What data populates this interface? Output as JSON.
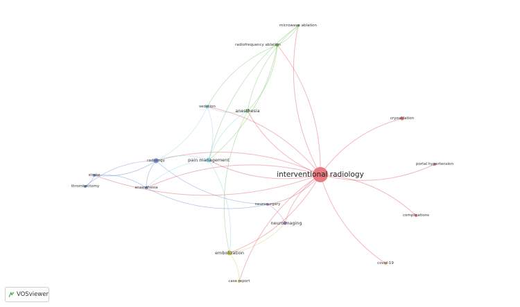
{
  "app": {
    "name": "VOSviewer"
  },
  "colors": {
    "red": "#e8747a",
    "green": "#7cc86c",
    "cyan": "#8fd6e6",
    "blue": "#6b8fd6",
    "purple": "#b08fd6",
    "olive": "#c9cf5a",
    "orange": "#f2a36b"
  },
  "nodes": [
    {
      "id": "ir",
      "label": "interventional radiology",
      "cluster": "red",
      "weight": 10
    },
    {
      "id": "cryo",
      "label": "cryoablation",
      "cluster": "red",
      "weight": 3
    },
    {
      "id": "portal",
      "label": "portal hypertension",
      "cluster": "red",
      "weight": 2
    },
    {
      "id": "comp",
      "label": "complications",
      "cluster": "red",
      "weight": 2
    },
    {
      "id": "covid",
      "label": "covid-19",
      "cluster": "orange",
      "weight": 2
    },
    {
      "id": "micro",
      "label": "microwave ablation",
      "cluster": "green",
      "weight": 2
    },
    {
      "id": "rfa",
      "label": "radiofrequency ablation",
      "cluster": "green",
      "weight": 3
    },
    {
      "id": "anest",
      "label": "anesthesia",
      "cluster": "green",
      "weight": 3
    },
    {
      "id": "sed",
      "label": "sedation",
      "cluster": "cyan",
      "weight": 3
    },
    {
      "id": "pain",
      "label": "pain management",
      "cluster": "cyan",
      "weight": 4
    },
    {
      "id": "rad",
      "label": "radiology",
      "cluster": "blue",
      "weight": 4
    },
    {
      "id": "stroke",
      "label": "stroke",
      "cluster": "blue",
      "weight": 2
    },
    {
      "id": "thromb",
      "label": "thrombectomy",
      "cluster": "blue",
      "weight": 2
    },
    {
      "id": "anaes",
      "label": "anaesthesia",
      "cluster": "blue",
      "weight": 2
    },
    {
      "id": "neuro",
      "label": "neurosurgery",
      "cluster": "purple",
      "weight": 2
    },
    {
      "id": "neuroimg",
      "label": "neuroimaging",
      "cluster": "purple",
      "weight": 3
    },
    {
      "id": "emb",
      "label": "embolization",
      "cluster": "olive",
      "weight": 4
    },
    {
      "id": "case",
      "label": "case report",
      "cluster": "olive",
      "weight": 2
    }
  ],
  "links": [
    [
      "ir",
      "cryo"
    ],
    [
      "ir",
      "portal"
    ],
    [
      "ir",
      "comp"
    ],
    [
      "ir",
      "covid"
    ],
    [
      "ir",
      "micro"
    ],
    [
      "ir",
      "rfa"
    ],
    [
      "ir",
      "anest"
    ],
    [
      "ir",
      "sed"
    ],
    [
      "ir",
      "pain"
    ],
    [
      "ir",
      "rad"
    ],
    [
      "ir",
      "stroke"
    ],
    [
      "ir",
      "anaes"
    ],
    [
      "ir",
      "neuro"
    ],
    [
      "ir",
      "neuroimg"
    ],
    [
      "ir",
      "emb"
    ],
    [
      "ir",
      "case"
    ],
    [
      "micro",
      "rfa"
    ],
    [
      "micro",
      "anest"
    ],
    [
      "rfa",
      "anest"
    ],
    [
      "rfa",
      "sed"
    ],
    [
      "rfa",
      "pain"
    ],
    [
      "micro",
      "pain"
    ],
    [
      "sed",
      "pain"
    ],
    [
      "sed",
      "anest"
    ],
    [
      "sed",
      "rad"
    ],
    [
      "pain",
      "rad"
    ],
    [
      "pain",
      "anest"
    ],
    [
      "pain",
      "anaes"
    ],
    [
      "pain",
      "emb"
    ],
    [
      "anest",
      "emb"
    ],
    [
      "rad",
      "stroke"
    ],
    [
      "rad",
      "thromb"
    ],
    [
      "stroke",
      "thromb"
    ],
    [
      "rad",
      "anaes"
    ],
    [
      "stroke",
      "anaes"
    ],
    [
      "anaes",
      "neuro"
    ],
    [
      "neuro",
      "neuroimg"
    ],
    [
      "emb",
      "neuroimg"
    ],
    [
      "emb",
      "case"
    ],
    [
      "rad",
      "neuro"
    ]
  ]
}
